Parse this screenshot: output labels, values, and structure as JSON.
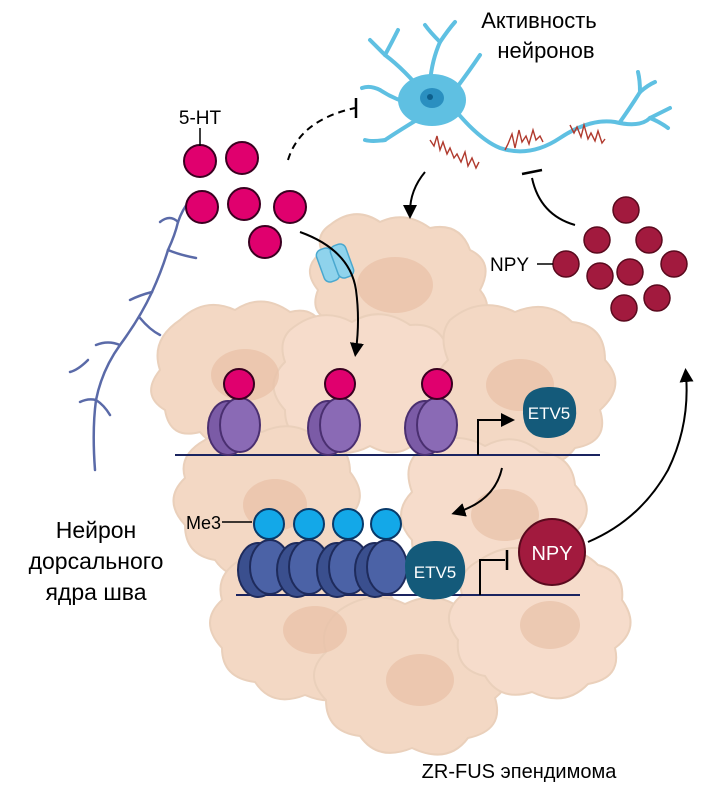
{
  "labels": {
    "neuron_activity_line1": "Активность",
    "neuron_activity_line2": "нейронов",
    "serotonin": "5-HT",
    "npy_cluster": "NPY",
    "raphe_line1": "Нейрон",
    "raphe_line2": "дорсального",
    "raphe_line3": "ядра шва",
    "methylation": "Me3",
    "etv5_upper": "ETV5",
    "etv5_lower": "ETV5",
    "npy_gene": "NPY",
    "tumor": "ZR-FUS эпендимома"
  },
  "colors": {
    "serotonin": "#e0006e",
    "serotonin_stroke": "#3a0020",
    "npy": "#a21a3e",
    "etv5": "#145a7a",
    "me3": "#13a8e8",
    "nucleosome_purple": "#7b5ba6",
    "nucleosome_blue": "#3a4f8e",
    "neuron": "#5fc0e2",
    "raphe_axon": "#5a6aa8",
    "tumor_cell": "#f3d8c4",
    "tumor_nucleus": "#e8c0a6",
    "activity_trace": "#b03a2e"
  }
}
